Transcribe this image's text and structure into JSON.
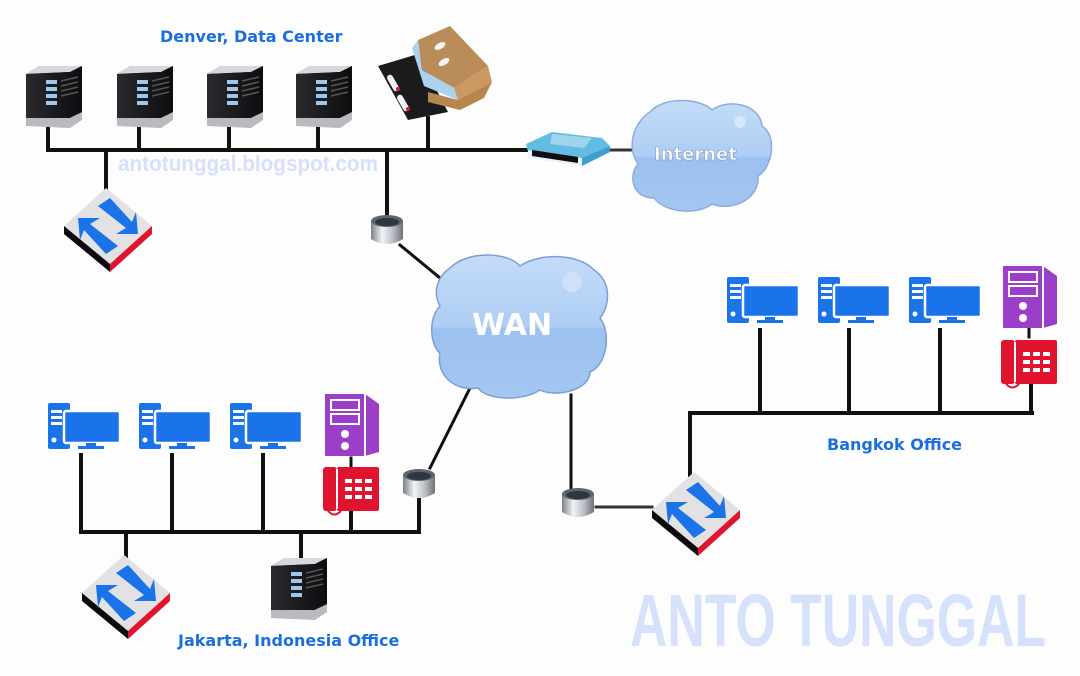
{
  "diagram": {
    "title": "WAN Network Topology",
    "sites": {
      "denver": {
        "label": "Denver, Data Center",
        "servers": 4,
        "devices": [
          "server",
          "server",
          "server",
          "server",
          "firewall-appliance",
          "switch",
          "router",
          "modem"
        ]
      },
      "jakarta": {
        "label": "Jakarta, Indonesia Office",
        "workstations": 3,
        "devices": [
          "workstation",
          "workstation",
          "workstation",
          "pbx-server",
          "ip-phone",
          "router",
          "switch",
          "server"
        ]
      },
      "bangkok": {
        "label": "Bangkok Office",
        "workstations": 3,
        "devices": [
          "workstation",
          "workstation",
          "workstation",
          "pbx-server",
          "ip-phone",
          "router",
          "switch"
        ]
      }
    },
    "clouds": {
      "wan": "WAN",
      "internet": "Internet"
    },
    "watermarks": {
      "url": "antotunggal.blogspot.com",
      "name": "ANTO TUNGGAL"
    },
    "colors": {
      "label_blue": "#1a6fdc",
      "workstation_blue": "#1a73e8",
      "pbx_purple": "#9b3fc8",
      "phone_red": "#e0142e",
      "cloud_blue": "#a9cbf3",
      "switch_red": "#e0142e"
    }
  }
}
